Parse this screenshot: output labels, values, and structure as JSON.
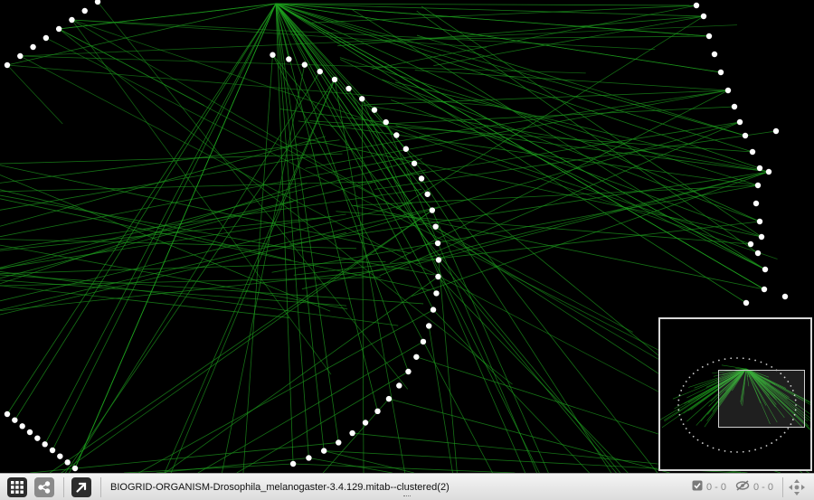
{
  "network": {
    "title": "BIOGRID-ORGANISM-Drosophila_melanogaster-3.4.129.mitab--clustered(2)",
    "background": "#000000",
    "edge_color": "#1e9e1e",
    "node_color": "#ffffff"
  },
  "status": {
    "selected_nodes": "0 - 0",
    "hidden_nodes": "0 - 0"
  },
  "icons": {
    "grid": "grid-icon",
    "share": "share-icon",
    "export": "export-arrow-icon",
    "checkbox": "checkbox-icon",
    "hidden": "eye-slash-icon",
    "navigate": "navigate-crosshair-icon"
  }
}
